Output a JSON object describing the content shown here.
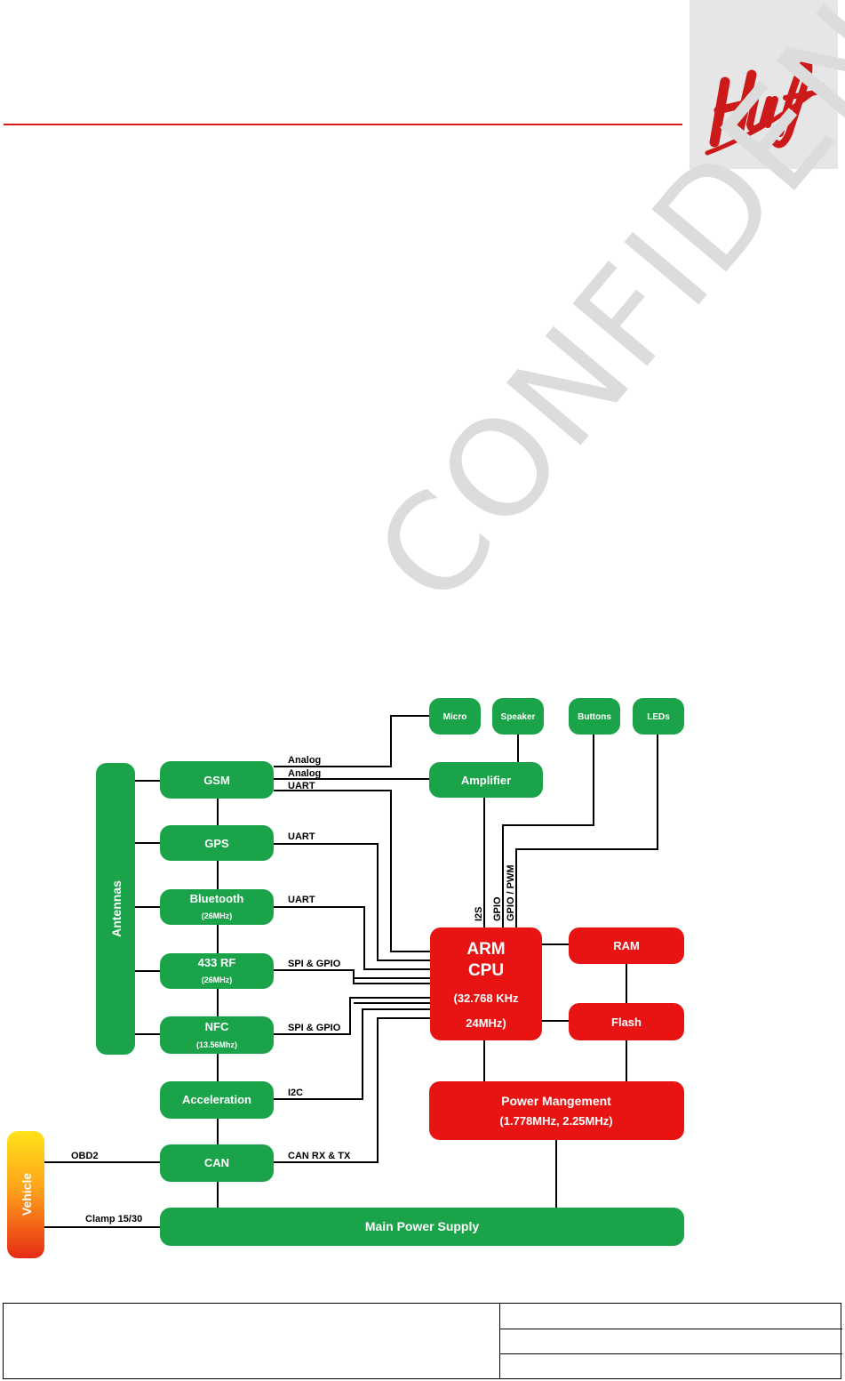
{
  "header": {
    "logo_text": "Huf",
    "watermark": "CONFIDENTIAL"
  },
  "colors": {
    "green": "#1ba34a",
    "red": "#e81414",
    "header_rule": "#d61a1a",
    "logo_red": "#cc1a1a"
  },
  "diagram": {
    "antennas": "Antennas",
    "vehicle": "Vehicle",
    "modules": {
      "gsm": "GSM",
      "gps": "GPS",
      "bluetooth": "Bluetooth",
      "bluetooth_freq": "(26MHz)",
      "rf433": "433 RF",
      "rf433_freq": "(26MHz)",
      "nfc": "NFC",
      "nfc_freq": "(13.56Mhz)",
      "acceleration": "Acceleration",
      "can": "CAN",
      "main_power": "Main Power Supply",
      "micro": "Micro",
      "speaker": "Speaker",
      "buttons": "Buttons",
      "leds": "LEDs",
      "amplifier": "Amplifier",
      "cpu_line1": "ARM",
      "cpu_line2": "CPU",
      "cpu_line3": "(32.768 KHz",
      "cpu_line4": "24MHz)",
      "ram": "RAM",
      "flash": "Flash",
      "power_mgmt_line1": "Power Mangement",
      "power_mgmt_line2": "(1.778MHz, 2.25MHz)"
    },
    "connections": {
      "gsm_analog_1": "Analog",
      "gsm_analog_2": "Analog",
      "gsm_uart": "UART",
      "gps_uart": "UART",
      "bt_uart": "UART",
      "rf_spi": "SPI & GPIO",
      "nfc_spi": "SPI & GPIO",
      "acc_i2c": "I2C",
      "can_rx_tx": "CAN RX & TX",
      "obd2": "OBD2",
      "clamp": "Clamp 15/30",
      "i2s": "I2S",
      "gpio": "GPIO",
      "gpio_pwm": "GPIO / PWM"
    }
  }
}
